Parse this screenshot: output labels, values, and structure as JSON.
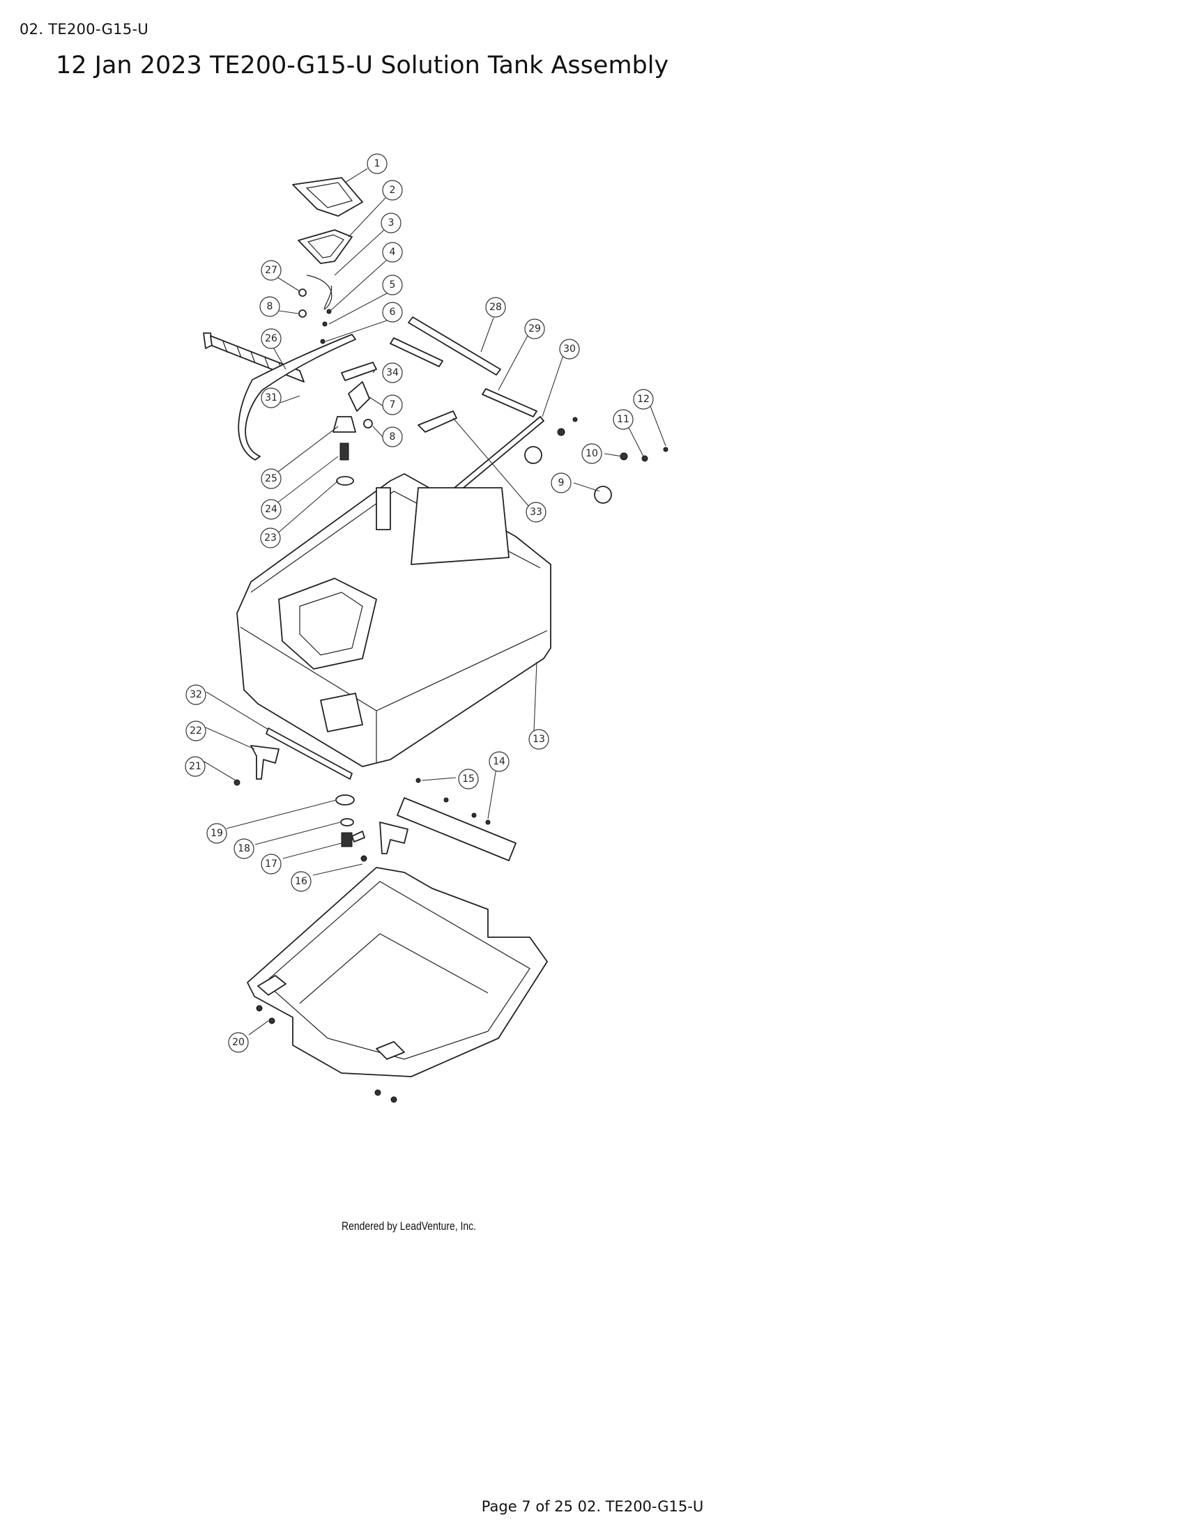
{
  "header": {
    "doc_ref": "02. TE200-G15-U"
  },
  "title": "12 Jan 2023 TE200-G15-U Solution Tank Assembly",
  "credit": "Rendered by LeadVenture, Inc.",
  "footer": {
    "page_text": "Page 7 of 25 02. TE200-G15-U"
  },
  "callouts": [
    "1",
    "2",
    "3",
    "4",
    "5",
    "6",
    "7",
    "8",
    "8",
    "9",
    "10",
    "11",
    "12",
    "13",
    "14",
    "15",
    "16",
    "17",
    "18",
    "19",
    "20",
    "21",
    "22",
    "23",
    "24",
    "25",
    "26",
    "27",
    "28",
    "29",
    "30",
    "31",
    "32",
    "33",
    "34"
  ]
}
